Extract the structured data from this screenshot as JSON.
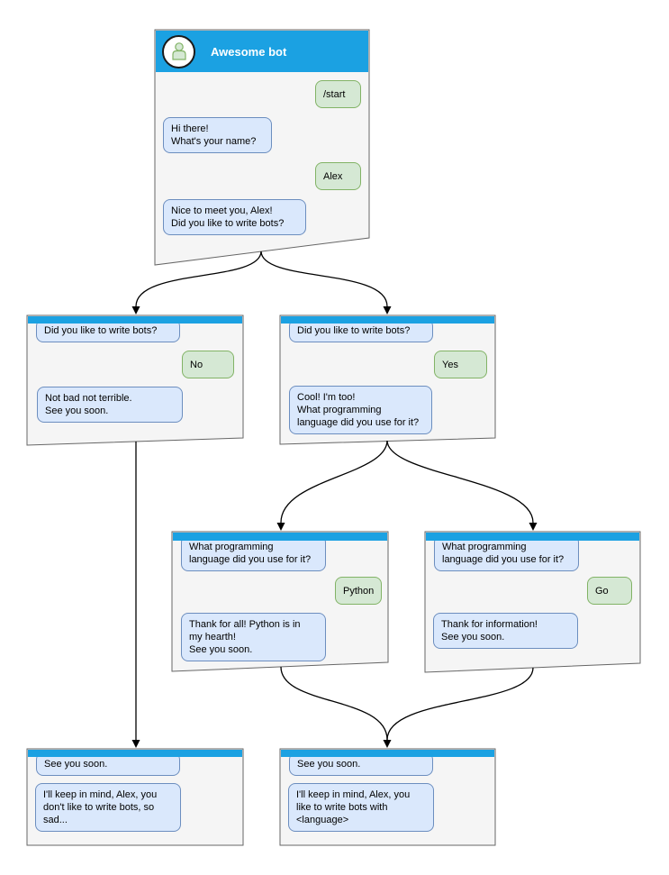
{
  "diagram_title": "Awesome bot",
  "colors": {
    "header_blue": "#1BA1E2",
    "node_fill": "#F5F5F5",
    "node_border": "#666666",
    "bot_bubble_fill": "#DAE8FC",
    "bot_bubble_border": "#6C8EBF",
    "user_bubble_fill": "#D5E8D4",
    "user_bubble_border": "#82B366",
    "connector": "#000000"
  },
  "nodes": {
    "main": {
      "title": "Awesome bot",
      "avatar_icon": "person-icon",
      "messages": [
        {
          "from": "user",
          "text": "/start"
        },
        {
          "from": "bot",
          "text": "Hi there!\nWhat's your name?"
        },
        {
          "from": "user",
          "text": "Alex"
        },
        {
          "from": "bot",
          "text": "Nice to meet you, Alex!\nDid you like to write bots?"
        }
      ]
    },
    "no_branch": {
      "messages": [
        {
          "from": "bot",
          "text": "Did you like to write bots?"
        },
        {
          "from": "user",
          "text": "No"
        },
        {
          "from": "bot",
          "text": "Not bad not terrible.\nSee you soon."
        }
      ]
    },
    "yes_branch": {
      "messages": [
        {
          "from": "bot",
          "text": "Did you like to write bots?"
        },
        {
          "from": "user",
          "text": "Yes"
        },
        {
          "from": "bot",
          "text": "Cool! I'm too!\nWhat programming\nlanguage did you use for it?"
        }
      ]
    },
    "python_branch": {
      "messages": [
        {
          "from": "bot",
          "text": "What programming\nlanguage did you use for it?"
        },
        {
          "from": "user",
          "text": "Python"
        },
        {
          "from": "bot",
          "text": "Thank for all! Python is in\nmy hearth!\nSee you soon."
        }
      ]
    },
    "go_branch": {
      "messages": [
        {
          "from": "bot",
          "text": "What programming\nlanguage did you use for it?"
        },
        {
          "from": "user",
          "text": "Go"
        },
        {
          "from": "bot",
          "text": "Thank for information!\nSee you soon."
        }
      ]
    },
    "end_no": {
      "messages": [
        {
          "from": "bot",
          "text": "See you soon."
        },
        {
          "from": "bot",
          "text": "I'll keep in mind, Alex, you\ndon't like to write bots, so\nsad..."
        }
      ]
    },
    "end_language": {
      "messages": [
        {
          "from": "bot",
          "text": "See you soon."
        },
        {
          "from": "bot",
          "text": "I'll keep in mind, Alex, you\nlike to write bots with\n<language>"
        }
      ]
    }
  }
}
